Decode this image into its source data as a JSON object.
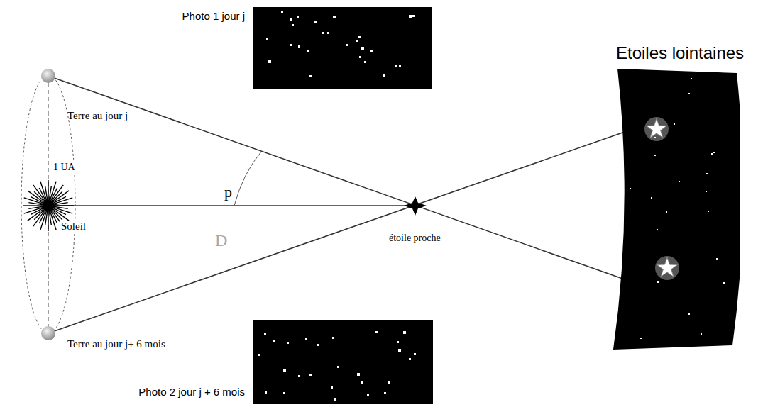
{
  "diagram": {
    "nodes": [
      {
        "text": [
          "Photo 1 jour j"
        ]
      },
      {
        "text": [
          "Etoiles lointaines"
        ]
      },
      {
        "text": [
          "Photo 2 jour j + 6 mois"
        ]
      }
    ],
    "labels": [
      "Terre au jour j",
      "1 UA",
      "p",
      "Soleil",
      "D",
      "étoile proche",
      "Terre au jour j+ 6 mois"
    ]
  }
}
